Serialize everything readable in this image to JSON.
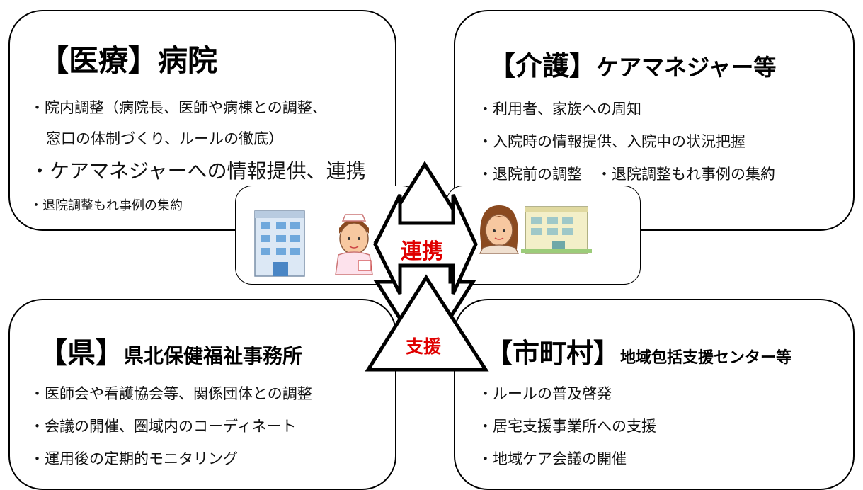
{
  "medical": {
    "title_bracket": "【医療】",
    "title_main": "病院",
    "items": [
      "・院内調整（病院長、医師や病棟との調整、",
      "窓口の体制づくり、ルールの徹底）",
      "・ケアマネジャーへの情報提供、連携",
      "・退院調整もれ事例の集約"
    ]
  },
  "care": {
    "title_bracket": "【介護】",
    "title_main": "ケアマネジャー等",
    "items": [
      "・利用者、家族への周知",
      "・入院時の情報提供、入院中の状況把握",
      "・退院前の調整　・退院調整もれ事例の集約"
    ]
  },
  "prefecture": {
    "title_bracket": "【県】",
    "title_main": "県北保健福祉事務所",
    "items": [
      "・医師会や看護協会等、関係団体との調整",
      "・会議の開催、圏域内のコーディネート",
      "・運用後の定期的モニタリング"
    ]
  },
  "municipality": {
    "title_bracket": "【市町村】",
    "title_main": "地域包括支援センター等",
    "items": [
      "・ルールの普及啓発",
      "・居宅支援事業所への支援",
      "・地域ケア会議の開催"
    ]
  },
  "arrow_label": "連携",
  "triangle_label": "支援",
  "colors": {
    "label_red": "#e00000",
    "outline": "#000000"
  },
  "illustrations": [
    "hospital-building-icon",
    "nurse-icon",
    "care-manager-icon",
    "care-facility-building-icon"
  ]
}
